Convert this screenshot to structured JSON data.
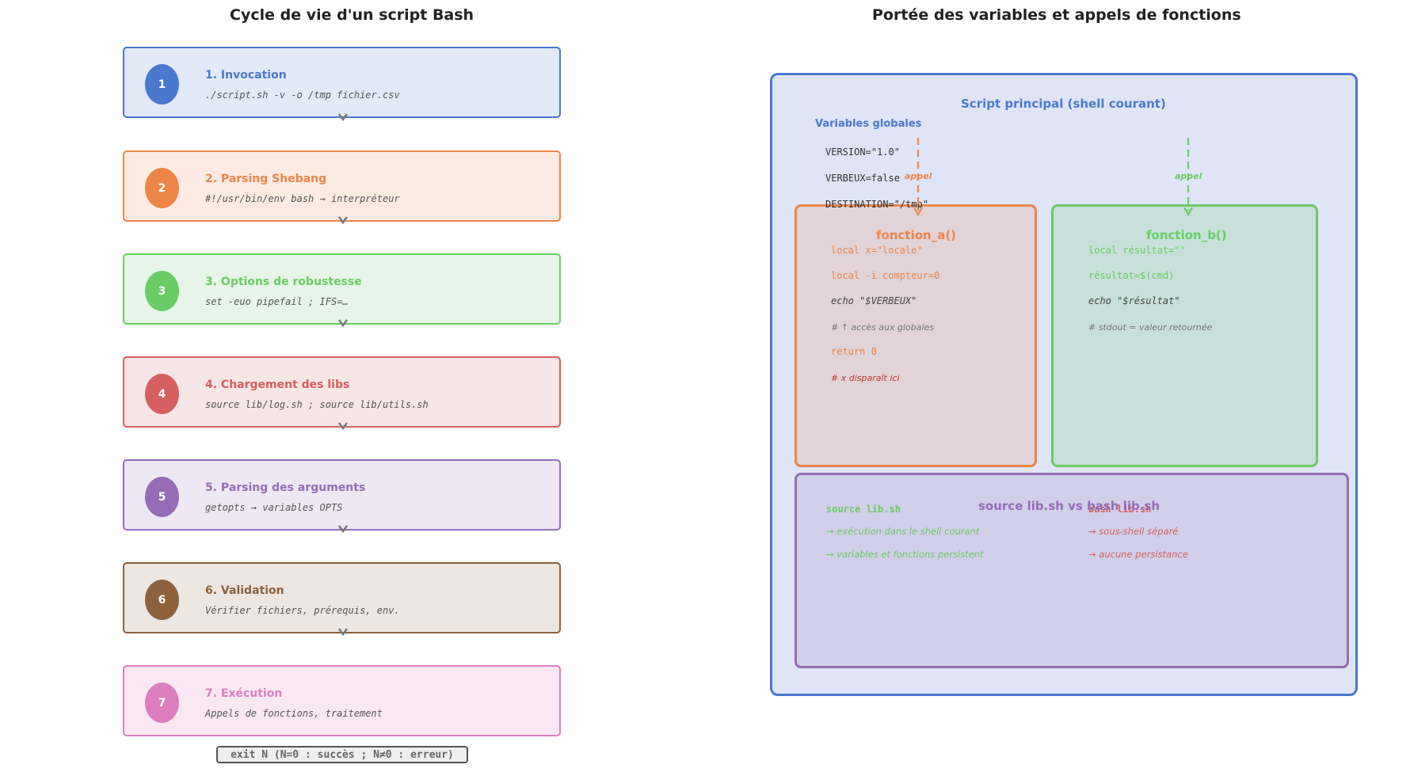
{
  "left_title": "Cycle de vie d'un script Bash",
  "right_title": "Portée des variables et appels de fonctions",
  "steps": [
    {
      "num": "1",
      "title": "1. Invocation",
      "sub": "./script.sh -v -o /tmp fichier.csv",
      "color": "#4a78cf",
      "bg": "#e2e9f7"
    },
    {
      "num": "2",
      "title": "2. Parsing Shebang",
      "sub": "#!/usr/bin/env bash → interpréteur",
      "color": "#ee8548",
      "bg": "#fdebe3"
    },
    {
      "num": "3",
      "title": "3. Options de robustesse",
      "sub": "set -euo pipefail ; IFS=…",
      "color": "#6acc64",
      "bg": "#e7f5e8"
    },
    {
      "num": "4",
      "title": "4. Chargement des libs",
      "sub": "source lib/log.sh ; source lib/utils.sh",
      "color": "#d65f5f",
      "bg": "#f7e6e6"
    },
    {
      "num": "5",
      "title": "5. Parsing des arguments",
      "sub": "getopts → variables OPTS",
      "color": "#956cb5",
      "bg": "#eee8f4"
    },
    {
      "num": "6",
      "title": "6. Validation",
      "sub": "Vérifier fichiers, prérequis, env.",
      "color": "#8c613c",
      "bg": "#ede6e1"
    },
    {
      "num": "7",
      "title": "7. Exécution",
      "sub": "Appels de fonctions, traitement",
      "color": "#dc7ec0",
      "bg": "#f9e8f4"
    }
  ],
  "exit_text": "exit N  (N=0 : succès ; N≠0 : erreur)",
  "main_script": {
    "title": "Script principal (shell courant)",
    "globals_title": "Variables globales",
    "globals": [
      "VERSION=\"1.0\"",
      "VERBEUX=false",
      "DESTINATION=\"/tmp\""
    ],
    "call_label": "appel"
  },
  "fonction_a": {
    "title": "fonction_a()",
    "lines": [
      "local x=\"locale\"",
      "local -i compteur=0",
      "echo \"$VERBEUX\"",
      "# ↑ accès aux globales",
      "return 0",
      "# x disparaît ici"
    ]
  },
  "fonction_b": {
    "title": "fonction_b()",
    "lines": [
      "local résultat=\"\"",
      "résultat=$(cmd)",
      "echo \"$résultat\"",
      "# stdout = valeur retournée"
    ]
  },
  "source_box": {
    "title": "source lib.sh  vs  bash lib.sh",
    "left_head": "source lib.sh",
    "left_lines": [
      "→ exécution dans le shell courant",
      "→ variables et fonctions persistent"
    ],
    "right_head": "bash lib.sh",
    "right_lines": [
      "→ sous-shell séparé",
      "→ aucune persistance"
    ]
  },
  "colors": {
    "blue": "#4a78cf",
    "orange": "#ee8548",
    "green": "#6acc64",
    "red": "#d65f5f",
    "purple": "#956cb5",
    "gray": "#777777"
  }
}
